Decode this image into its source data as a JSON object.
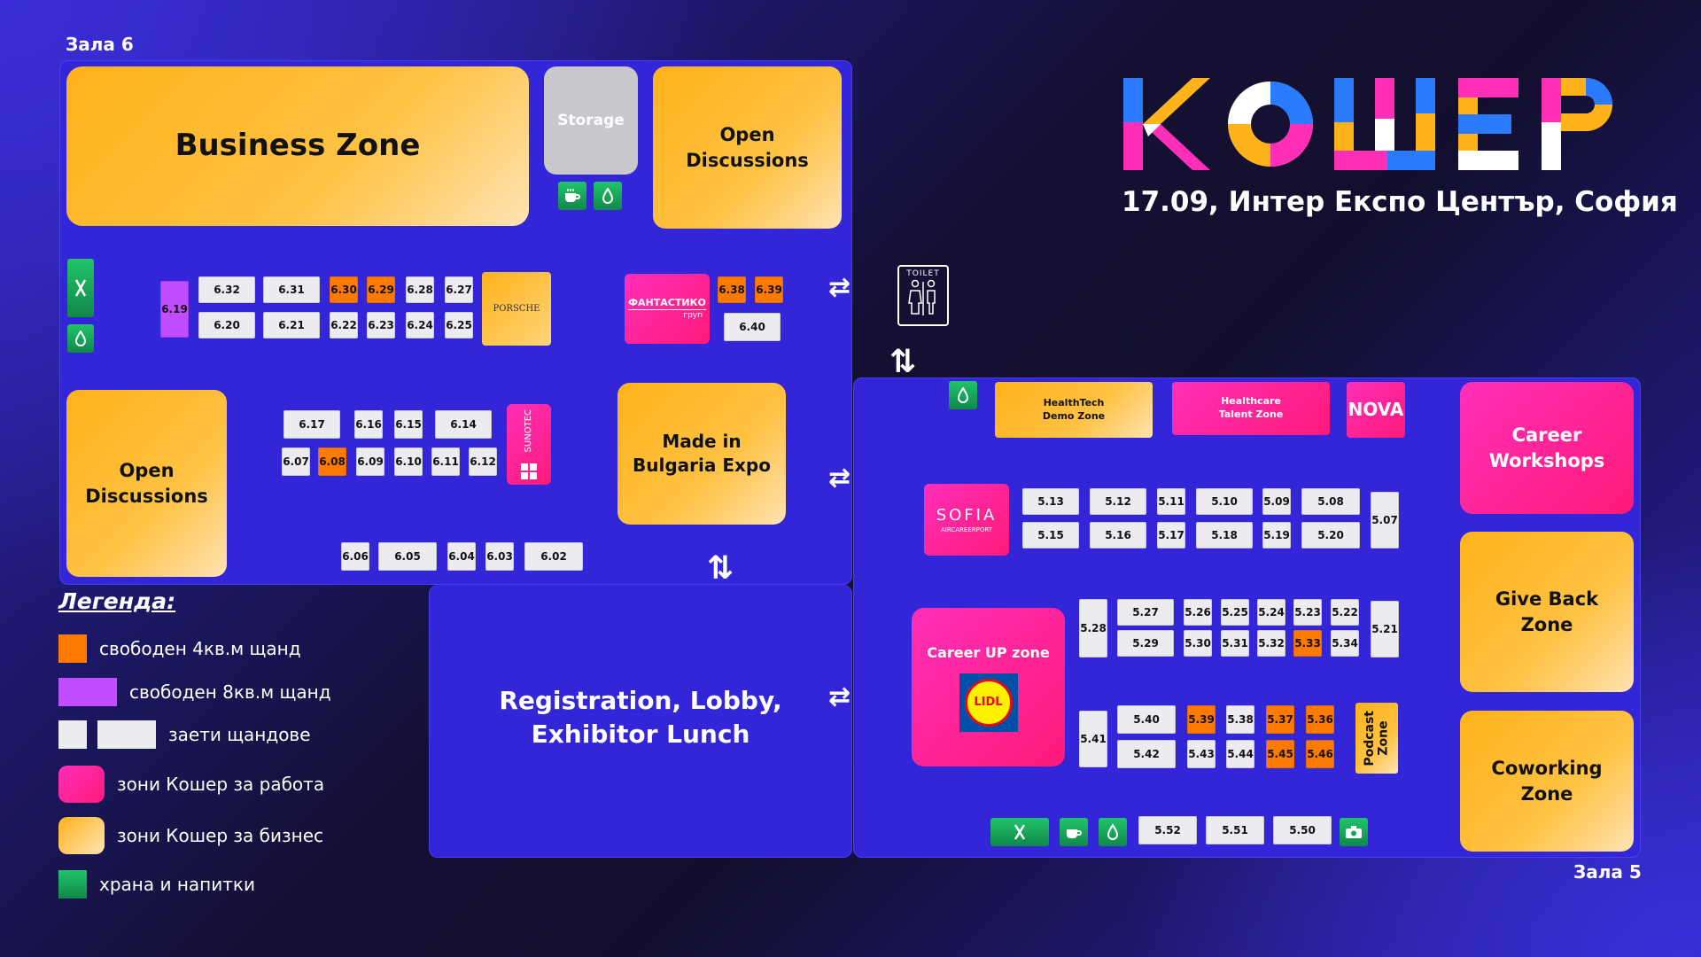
{
  "logo": {
    "text": "КОШЕР",
    "subtitle": "17.09, Интер Експо Център, София"
  },
  "halls": {
    "hall6_label": "Зала 6",
    "hall5_label": "Зала 5"
  },
  "zones": {
    "business_zone": "Business Zone",
    "storage": "Storage",
    "open_discussions_top": "Open\nDiscussions",
    "open_discussions_left": "Open\nDiscussions",
    "made_in_bulgaria": "Made in\nBulgaria Expo",
    "registration": "Registration, Lobby,\nExhibitor Lunch",
    "healthtech": "HealthTech\nDemo Zone",
    "healthcare": "Healthcare\nTalent Zone",
    "nova": "NOVA",
    "career_workshops": "Career\nWorkshops",
    "give_back": "Give Back\nZone",
    "coworking": "Coworking\nZone",
    "career_up": "Career UP zone",
    "podcast": "Podcast\nZone",
    "toilet": "TOILET"
  },
  "exhibitors": {
    "porsche": "PORSCHE",
    "fantastico": "ФАНТАСТИКО",
    "fantastico_sub": "груп",
    "sunotec": "SUNOTEC",
    "sofia": "SOFIA",
    "sofia_sub": "AIRCAREERPORT",
    "lidl": "LIDL"
  },
  "stands": [
    {
      "id": "6.19",
      "type": "free8"
    },
    {
      "id": "6.32",
      "type": "taken"
    },
    {
      "id": "6.31",
      "type": "taken"
    },
    {
      "id": "6.30",
      "type": "free4"
    },
    {
      "id": "6.29",
      "type": "free4"
    },
    {
      "id": "6.28",
      "type": "taken"
    },
    {
      "id": "6.27",
      "type": "taken"
    },
    {
      "id": "6.20",
      "type": "taken"
    },
    {
      "id": "6.21",
      "type": "taken"
    },
    {
      "id": "6.22",
      "type": "taken"
    },
    {
      "id": "6.23",
      "type": "taken"
    },
    {
      "id": "6.24",
      "type": "taken"
    },
    {
      "id": "6.25",
      "type": "taken"
    },
    {
      "id": "6.38",
      "type": "free4"
    },
    {
      "id": "6.39",
      "type": "free4"
    },
    {
      "id": "6.40",
      "type": "taken"
    },
    {
      "id": "6.17",
      "type": "taken"
    },
    {
      "id": "6.16",
      "type": "taken"
    },
    {
      "id": "6.15",
      "type": "taken"
    },
    {
      "id": "6.14",
      "type": "taken"
    },
    {
      "id": "6.07",
      "type": "taken"
    },
    {
      "id": "6.08",
      "type": "free4"
    },
    {
      "id": "6.09",
      "type": "taken"
    },
    {
      "id": "6.10",
      "type": "taken"
    },
    {
      "id": "6.11",
      "type": "taken"
    },
    {
      "id": "6.12",
      "type": "taken"
    },
    {
      "id": "6.06",
      "type": "taken"
    },
    {
      "id": "6.05",
      "type": "taken"
    },
    {
      "id": "6.04",
      "type": "taken"
    },
    {
      "id": "6.03",
      "type": "taken"
    },
    {
      "id": "6.02",
      "type": "taken"
    },
    {
      "id": "5.13",
      "type": "taken"
    },
    {
      "id": "5.12",
      "type": "taken"
    },
    {
      "id": "5.11",
      "type": "taken"
    },
    {
      "id": "5.10",
      "type": "taken"
    },
    {
      "id": "5.09",
      "type": "taken"
    },
    {
      "id": "5.08",
      "type": "taken"
    },
    {
      "id": "5.07",
      "type": "taken"
    },
    {
      "id": "5.15",
      "type": "taken"
    },
    {
      "id": "5.16",
      "type": "taken"
    },
    {
      "id": "5.17",
      "type": "taken"
    },
    {
      "id": "5.18",
      "type": "taken"
    },
    {
      "id": "5.19",
      "type": "taken"
    },
    {
      "id": "5.20",
      "type": "taken"
    },
    {
      "id": "5.28",
      "type": "taken"
    },
    {
      "id": "5.27",
      "type": "taken"
    },
    {
      "id": "5.26",
      "type": "taken"
    },
    {
      "id": "5.25",
      "type": "taken"
    },
    {
      "id": "5.24",
      "type": "taken"
    },
    {
      "id": "5.23",
      "type": "taken"
    },
    {
      "id": "5.22",
      "type": "taken"
    },
    {
      "id": "5.21",
      "type": "taken"
    },
    {
      "id": "5.29",
      "type": "taken"
    },
    {
      "id": "5.30",
      "type": "taken"
    },
    {
      "id": "5.31",
      "type": "taken"
    },
    {
      "id": "5.32",
      "type": "taken"
    },
    {
      "id": "5.33",
      "type": "free4"
    },
    {
      "id": "5.34",
      "type": "taken"
    },
    {
      "id": "5.41",
      "type": "taken"
    },
    {
      "id": "5.40",
      "type": "taken"
    },
    {
      "id": "5.39",
      "type": "free4"
    },
    {
      "id": "5.38",
      "type": "taken"
    },
    {
      "id": "5.37",
      "type": "free4"
    },
    {
      "id": "5.36",
      "type": "free4"
    },
    {
      "id": "5.42",
      "type": "taken"
    },
    {
      "id": "5.43",
      "type": "taken"
    },
    {
      "id": "5.44",
      "type": "taken"
    },
    {
      "id": "5.45",
      "type": "free4"
    },
    {
      "id": "5.46",
      "type": "free4"
    },
    {
      "id": "5.52",
      "type": "taken"
    },
    {
      "id": "5.51",
      "type": "taken"
    },
    {
      "id": "5.50",
      "type": "taken"
    }
  ],
  "legend": {
    "title": "Легенда:",
    "items": [
      {
        "label": "свободен 4кв.м щанд",
        "color": "#ff7a00"
      },
      {
        "label": "свободен 8кв.м щанд",
        "color": "#c04dff"
      },
      {
        "label": "заети щандове",
        "color": "#ececf0"
      },
      {
        "label": "зони Кошер за работа",
        "color": "#ff2fb8"
      },
      {
        "label": "зони Кошер за бизнес",
        "color": "#ffb21a"
      },
      {
        "label": "храна и напитки",
        "color": "#21c46a"
      }
    ]
  },
  "colors": {
    "hall": "#3326d8",
    "free4": "#ff7a00",
    "free8": "#c04dff",
    "taken": "#ececf0",
    "work_zone": "#ff2fb8",
    "business_zone": "#ffb21a",
    "food": "#21c46a"
  }
}
